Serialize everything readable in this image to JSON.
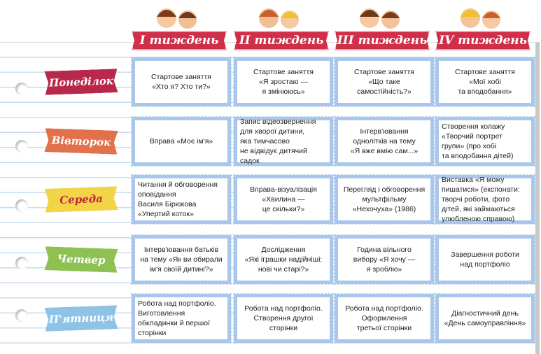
{
  "weeks": [
    "I тиждень",
    "II тиждень",
    "III тиждень",
    "IV тиждень"
  ],
  "days": [
    {
      "label": "Понеділок",
      "bg": "#b8284a",
      "fg": "#ffffff"
    },
    {
      "label": "Вівторок",
      "bg": "#e2714c",
      "fg": "#ffffff"
    },
    {
      "label": "Середа",
      "bg": "#f2d447",
      "fg": "#c8283c"
    },
    {
      "label": "Четвер",
      "bg": "#8dc152",
      "fg": "#ffffff"
    },
    {
      "label": "П'ятниця",
      "bg": "#8fc3e6",
      "fg": "#ffffff"
    }
  ],
  "cells": [
    [
      "Стартове заняття\n«Хто я? Хто ти?»",
      "Стартове заняття\n«Я зростаю —\nя змінююсь»",
      "Стартове заняття\n«Що таке\nсамостійність?»",
      "Стартове заняття\n«Мої хобі\nта вподобання»"
    ],
    [
      "Вправа «Моє ім'я»",
      "Запис відеозвернення\nдля хворої дитини,\nяка тимчасово\nне відвідує дитячий садок",
      "Інтерв'ювання\nоднолітків на тему\n«Я вже вмію сам...»",
      "Створення колажу\n«Творчий портрет\nгрупи» (про хобі\nта вподобання дітей)"
    ],
    [
      "Читання й обговорення\nоповідання\nВасиля Бірюкова\n«Упертий коток»",
      "Вправа-візуалізація\n«Хвилина —\nце скільки?»",
      "Перегляд і обговорення\nмультфільму\n«Нехочуха» (1986)",
      "Виставка «Я можу\nпишатися» (експонати:\nтворчі роботи, фото\nдітей, які займаються\nулюбленою справою)"
    ],
    [
      "Інтерв'ювання батьків\nна тему «Як ви обирали\nім'я своїй дитині?»",
      "Дослідження\n«Які іграшки надійніші:\nнові чи старі?»",
      "Година вільного\nвибору «Я хочу —\nя зроблю»",
      "Завершення роботи\nнад портфоліо"
    ],
    [
      "Робота над портфоліо.\nВиготовлення\nобкладинки й першої\nсторінки",
      "Робота над портфоліо.\nСтворення другої\nсторінки",
      "Робота над портфоліо.\nОформлення\nтретьої сторінки",
      "Діагностичний день\n«День самоуправління»"
    ]
  ]
}
